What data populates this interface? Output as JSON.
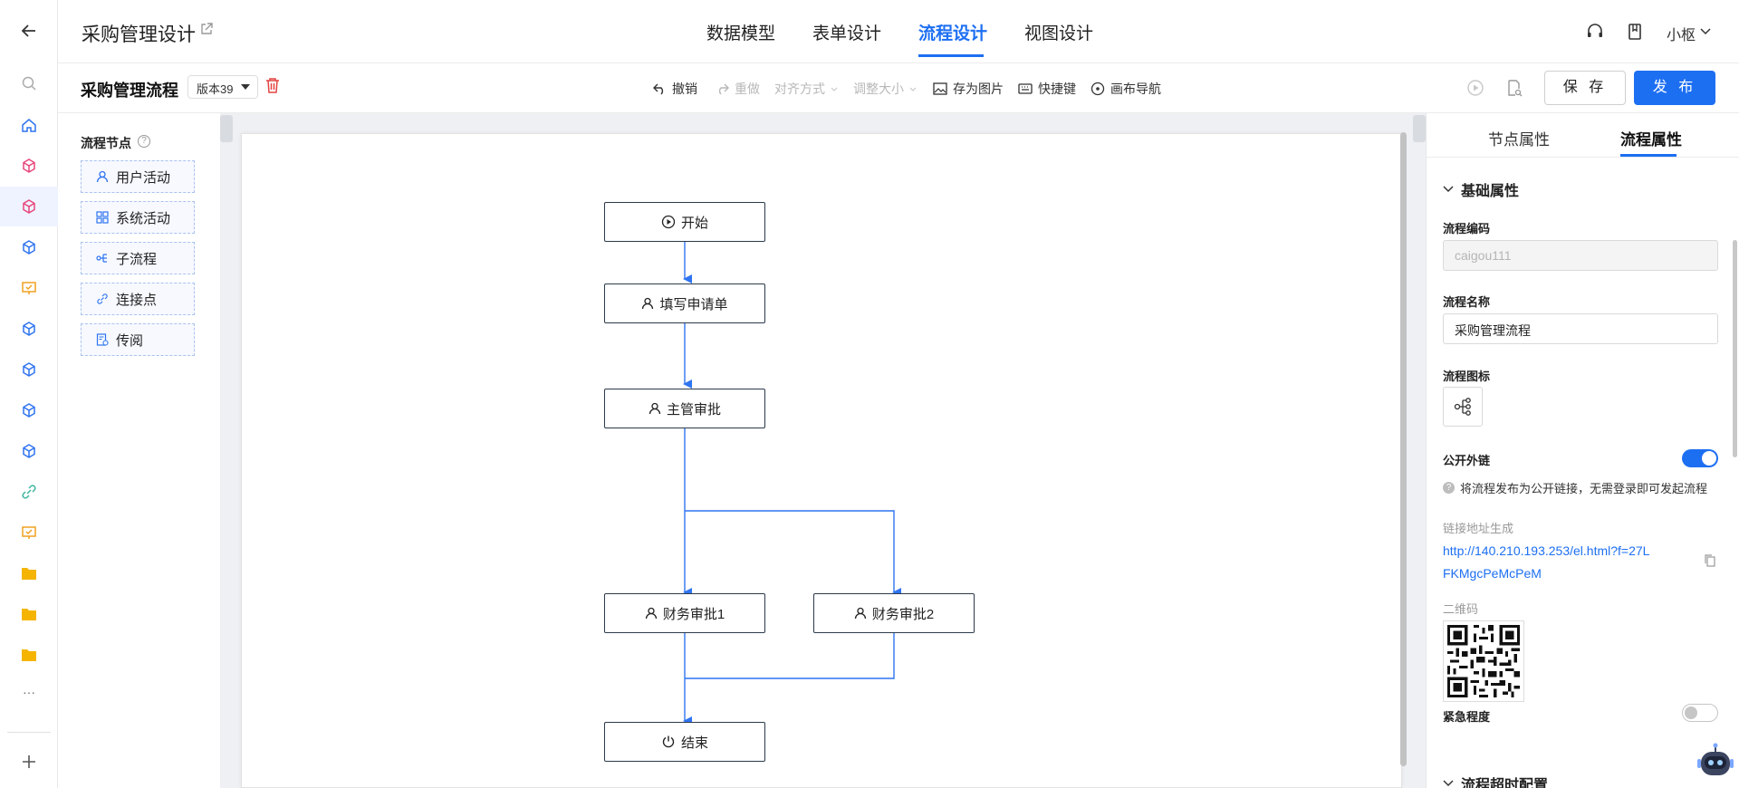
{
  "header": {
    "app_title": "采购管理设计",
    "nav_tabs": [
      "数据模型",
      "表单设计",
      "流程设计",
      "视图设计"
    ],
    "active_tab": "流程设计",
    "user_name": "小枢"
  },
  "toolbar": {
    "flow_title": "采购管理流程",
    "version": "版本39",
    "undo": "撤销",
    "redo": "重做",
    "align": "对齐方式",
    "resize": "调整大小",
    "save_image": "存为图片",
    "shortcuts": "快捷键",
    "canvas_nav": "画布导航",
    "save_label": "保 存",
    "publish_label": "发 布"
  },
  "palette": {
    "title": "流程节点",
    "items": [
      {
        "label": "用户活动",
        "icon": "user-icon"
      },
      {
        "label": "系统活动",
        "icon": "grid-icon"
      },
      {
        "label": "子流程",
        "icon": "subprocess-icon"
      },
      {
        "label": "连接点",
        "icon": "link-icon"
      },
      {
        "label": "传阅",
        "icon": "circulate-icon"
      }
    ]
  },
  "flow": {
    "nodes": [
      {
        "id": "start",
        "label": "开始",
        "icon": "play-icon"
      },
      {
        "id": "fill",
        "label": "填写申请单",
        "icon": "user-icon"
      },
      {
        "id": "manager",
        "label": "主管审批",
        "icon": "user-icon"
      },
      {
        "id": "fin1",
        "label": "财务审批1",
        "icon": "user-icon"
      },
      {
        "id": "fin2",
        "label": "财务审批2",
        "icon": "user-icon"
      },
      {
        "id": "end",
        "label": "结束",
        "icon": "power-icon"
      }
    ],
    "edge_color": "#2f74f0"
  },
  "right_panel": {
    "tabs": [
      "节点属性",
      "流程属性"
    ],
    "active_tab": "流程属性",
    "section_basic": "基础属性",
    "code_label": "流程编码",
    "code_value": "caigou111",
    "name_label": "流程名称",
    "name_value": "采购管理流程",
    "icon_label": "流程图标",
    "public_link_label": "公开外链",
    "public_link_on": true,
    "public_hint": "将流程发布为公开链接，无需登录即可发起流程",
    "link_gen_label": "链接地址生成",
    "link_url": "http://140.210.193.253/el.html?f=27LFKMgcPeMcPeM",
    "qr_label": "二维码",
    "urgency_label": "紧急程度",
    "urgency_on": false,
    "section_timeout": "流程超时配置"
  },
  "colors": {
    "accent": "#1d6ff2",
    "node_border": "#2b3a4a"
  }
}
